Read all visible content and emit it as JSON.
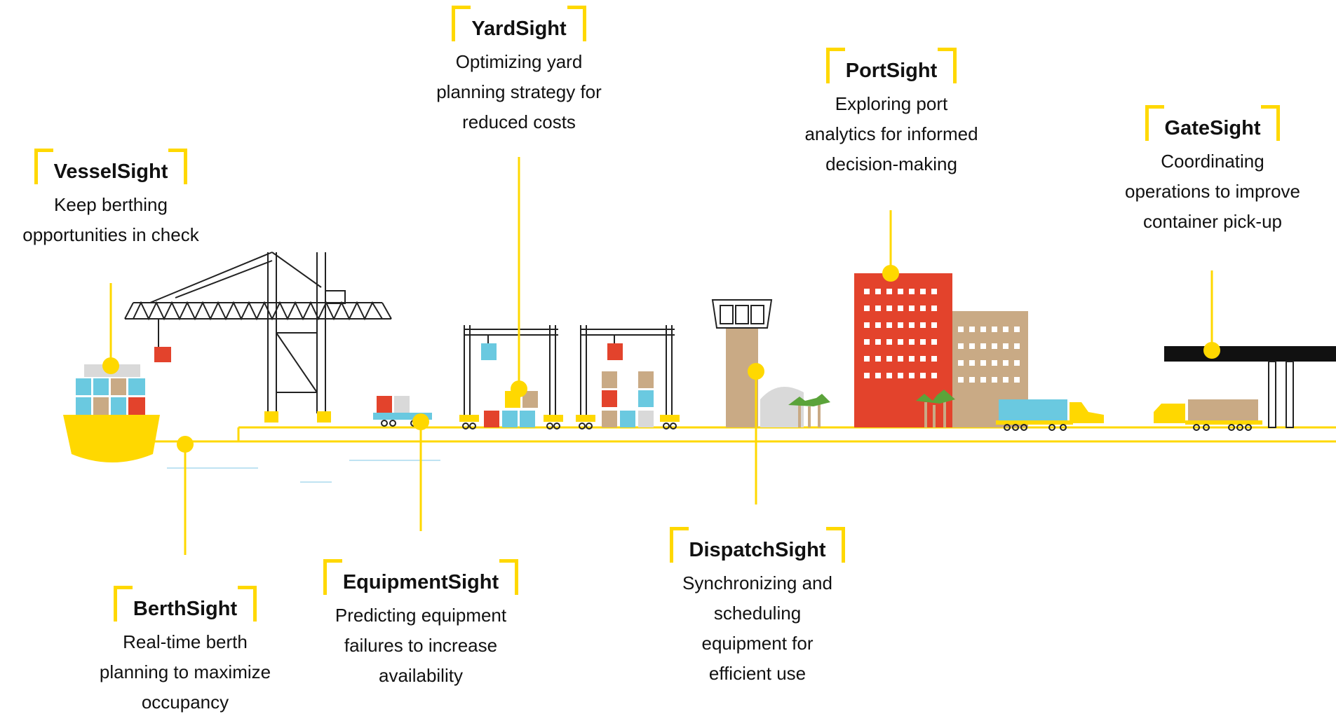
{
  "colors": {
    "accent_yellow": "#FFD800",
    "container_red": "#E3432C",
    "container_blue": "#6AC9E0",
    "container_tan": "#C9AA85",
    "container_gray": "#D9D9D9",
    "building_tan": "#C9AA85",
    "tree_green": "#5BA33A",
    "water_blue": "#BFE3F2",
    "line_dark": "#222222"
  },
  "modules": [
    {
      "id": "vesselsight",
      "title": "VesselSight",
      "lines": [
        "Keep berthing",
        "opportunities in check"
      ]
    },
    {
      "id": "yardsight",
      "title": "YardSight",
      "lines": [
        "Optimizing yard",
        "planning strategy for",
        "reduced costs"
      ]
    },
    {
      "id": "portsight",
      "title": "PortSight",
      "lines": [
        "Exploring port",
        "analytics for informed",
        "decision-making"
      ]
    },
    {
      "id": "gatesight",
      "title": "GateSight",
      "lines": [
        "Coordinating",
        "operations to improve",
        "container pick-up"
      ]
    },
    {
      "id": "berthsight",
      "title": "BerthSight",
      "lines": [
        "Real-time berth",
        "planning to maximize",
        "occupancy"
      ]
    },
    {
      "id": "equipmentsight",
      "title": "EquipmentSight",
      "lines": [
        "Predicting equipment",
        "failures to increase",
        "availability"
      ]
    },
    {
      "id": "dispatchsight",
      "title": "DispatchSight",
      "lines": [
        "Synchronizing and",
        "scheduling",
        "equipment for",
        "efficient use"
      ]
    }
  ]
}
